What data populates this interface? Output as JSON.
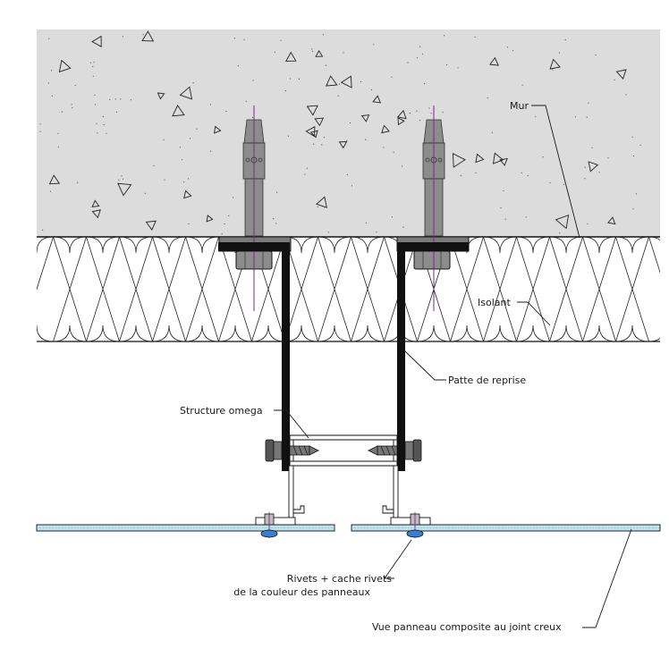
{
  "labels": {
    "wall": "Mur",
    "insulation": "Isolant",
    "bracket": "Patte de reprise",
    "omega": "Structure omega",
    "rivets_line1": "Rivets + cache rivets",
    "rivets_line2": "de la couleur des panneaux",
    "panel": "Vue panneau composite au joint creux"
  },
  "colors": {
    "concrete": "#dcdcdc",
    "insulation_fill": "#ffffff",
    "steel": "#111111",
    "anchor": "#8c8c8c",
    "anchor_axis": "#7a2a8a",
    "panel_core": "#bfe4ee",
    "rivet_head": "#3b7fd0"
  }
}
